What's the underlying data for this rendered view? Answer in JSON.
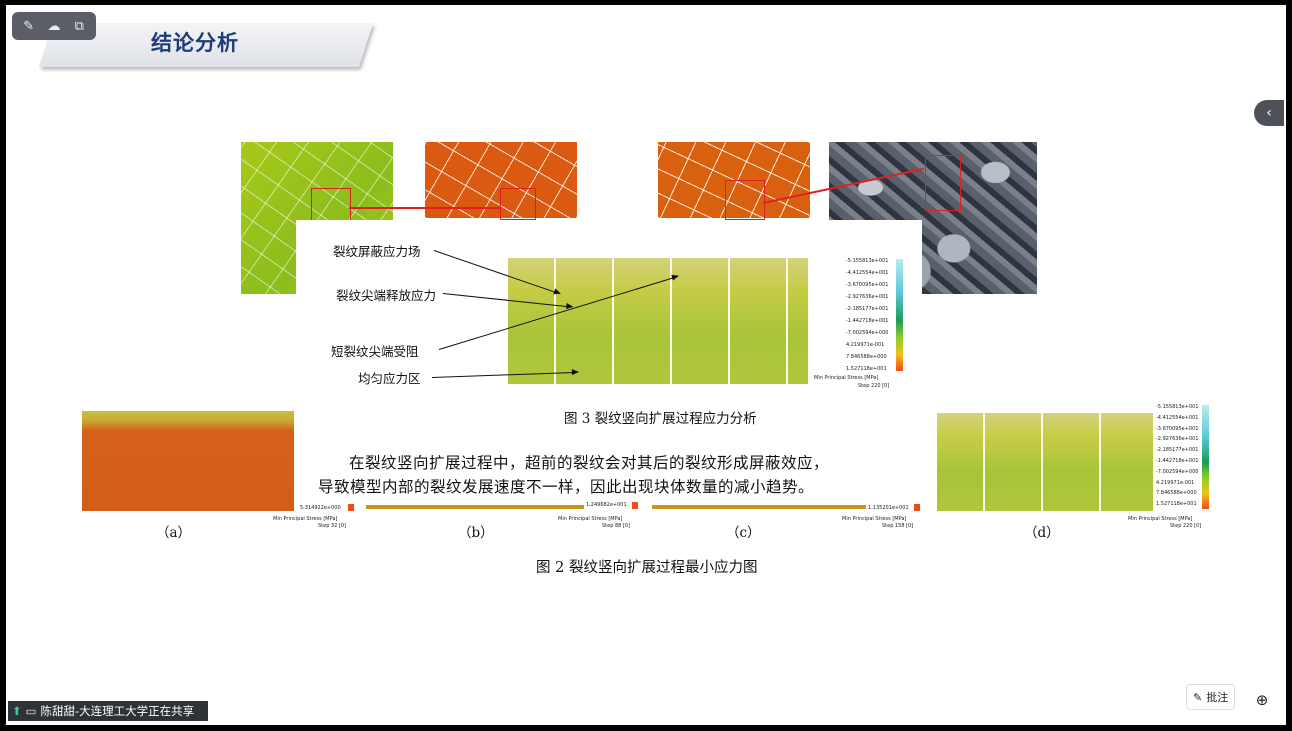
{
  "toolbar": {
    "icons": [
      "edit-icon",
      "cloud-icon",
      "share-screen-icon"
    ]
  },
  "slide": {
    "title": "结论分析",
    "fig3": {
      "annotations": [
        "裂纹屏蔽应力场",
        "裂纹尖端释放应力",
        "短裂纹尖端受阻",
        "均匀应力区"
      ],
      "legend": [
        "-5.155813e+001",
        "-4.412554e+001",
        "-3.670095e+001",
        "-2.927636e+001",
        "-2.185177e+001",
        "-1.442718e+001",
        "-7.002594e+000",
        "4.219971e-001",
        "7.846588e+000",
        "1.527118e+001"
      ],
      "legend_title": "Min Principal Stress [MPa]",
      "legend_step": "Step 220 [0]",
      "caption": "图 3 裂纹竖向扩展过程应力分析"
    },
    "paragraph": [
      "在裂纹竖向扩展过程中，超前的裂纹会对其后的裂纹形成屏蔽效应，",
      "导致模型内部的裂纹发展速度不一样，因此出现块体数量的减小趋势。"
    ],
    "fig2": {
      "a": {
        "label": "（a）",
        "max": "5.314922e+000",
        "title": "Min Principal Stress [MPa]",
        "step": "Step 32 [0]"
      },
      "b": {
        "label": "（b）",
        "max": "1.249682e+001",
        "title": "Min Principal Stress [MPa]",
        "step": "Step 88 [0]"
      },
      "c": {
        "label": "（c）",
        "max": "1.135201e+001",
        "title": "Min Principal Stress [MPa]",
        "step": "Step 158 [0]"
      },
      "d": {
        "label": "（d）",
        "legend": [
          "-5.155813e+001",
          "-4.412554e+001",
          "-3.670095e+001",
          "-2.927636e+001",
          "-2.185177e+001",
          "-1.442718e+001",
          "-7.002594e+000",
          "4.219971e-001",
          "7.846588e+000",
          "1.527118e+001"
        ],
        "title": "Min Principal Stress [MPa]",
        "step": "Step 220 [0]"
      },
      "caption": "图 2 裂纹竖向扩展过程最小应力图"
    }
  },
  "share": {
    "text": "陈甜甜-大连理工大学正在共享"
  },
  "controls": {
    "annotate_label": "批注"
  }
}
